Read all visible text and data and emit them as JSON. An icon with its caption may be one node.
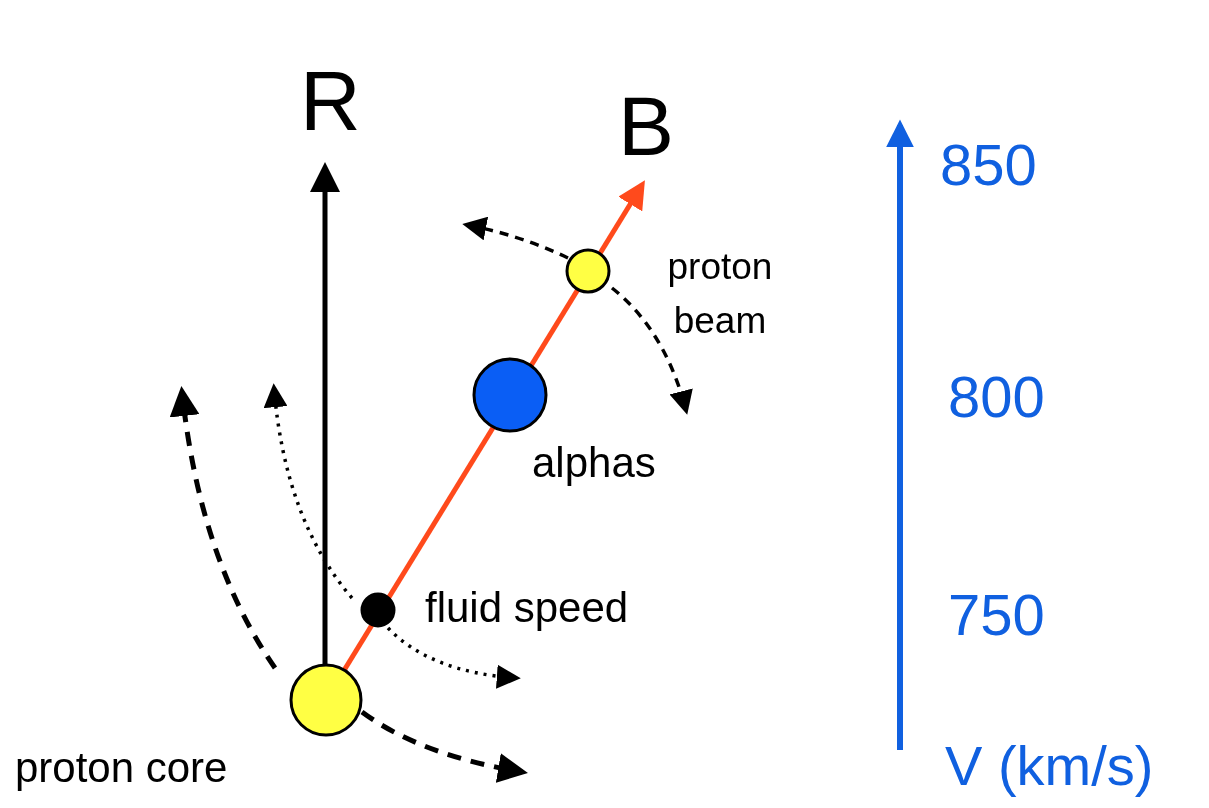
{
  "diagram": {
    "nodes": [
      {
        "text": [],
        "shape": "circle",
        "beside": [
          "proton core"
        ]
      },
      {
        "text": [],
        "shape": "circle",
        "beside": [
          "fluid speed"
        ]
      },
      {
        "text": [],
        "shape": "circle",
        "beside": [
          "alphas"
        ]
      },
      {
        "text": [],
        "shape": "circle",
        "beside": [
          "proton beam"
        ]
      }
    ],
    "labels": [
      "R",
      "B",
      "850",
      "800",
      "750",
      "V (km/s)"
    ]
  }
}
